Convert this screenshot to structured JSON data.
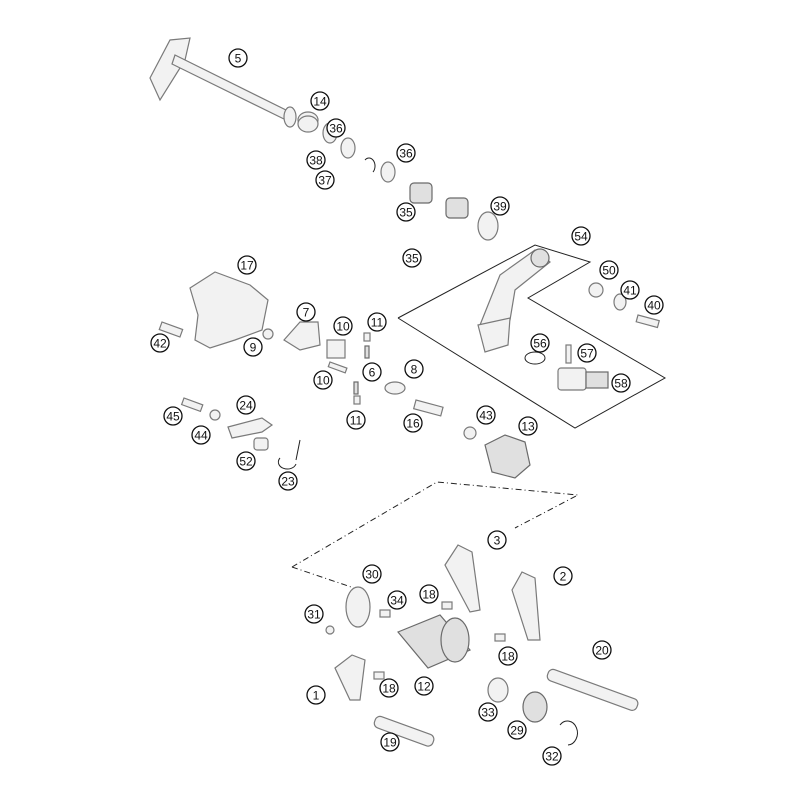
{
  "diagram": {
    "type": "exploded-parts-diagram",
    "callouts": [
      "5",
      "14",
      "36",
      "38",
      "37",
      "36",
      "35",
      "35",
      "39",
      "54",
      "17",
      "50",
      "41",
      "40",
      "7",
      "10",
      "11",
      "42",
      "9",
      "56",
      "57",
      "6",
      "8",
      "10",
      "58",
      "24",
      "45",
      "44",
      "11",
      "16",
      "43",
      "13",
      "52",
      "23",
      "3",
      "30",
      "2",
      "34",
      "18",
      "31",
      "20",
      "18",
      "1",
      "18",
      "12",
      "33",
      "29",
      "19",
      "32"
    ]
  }
}
